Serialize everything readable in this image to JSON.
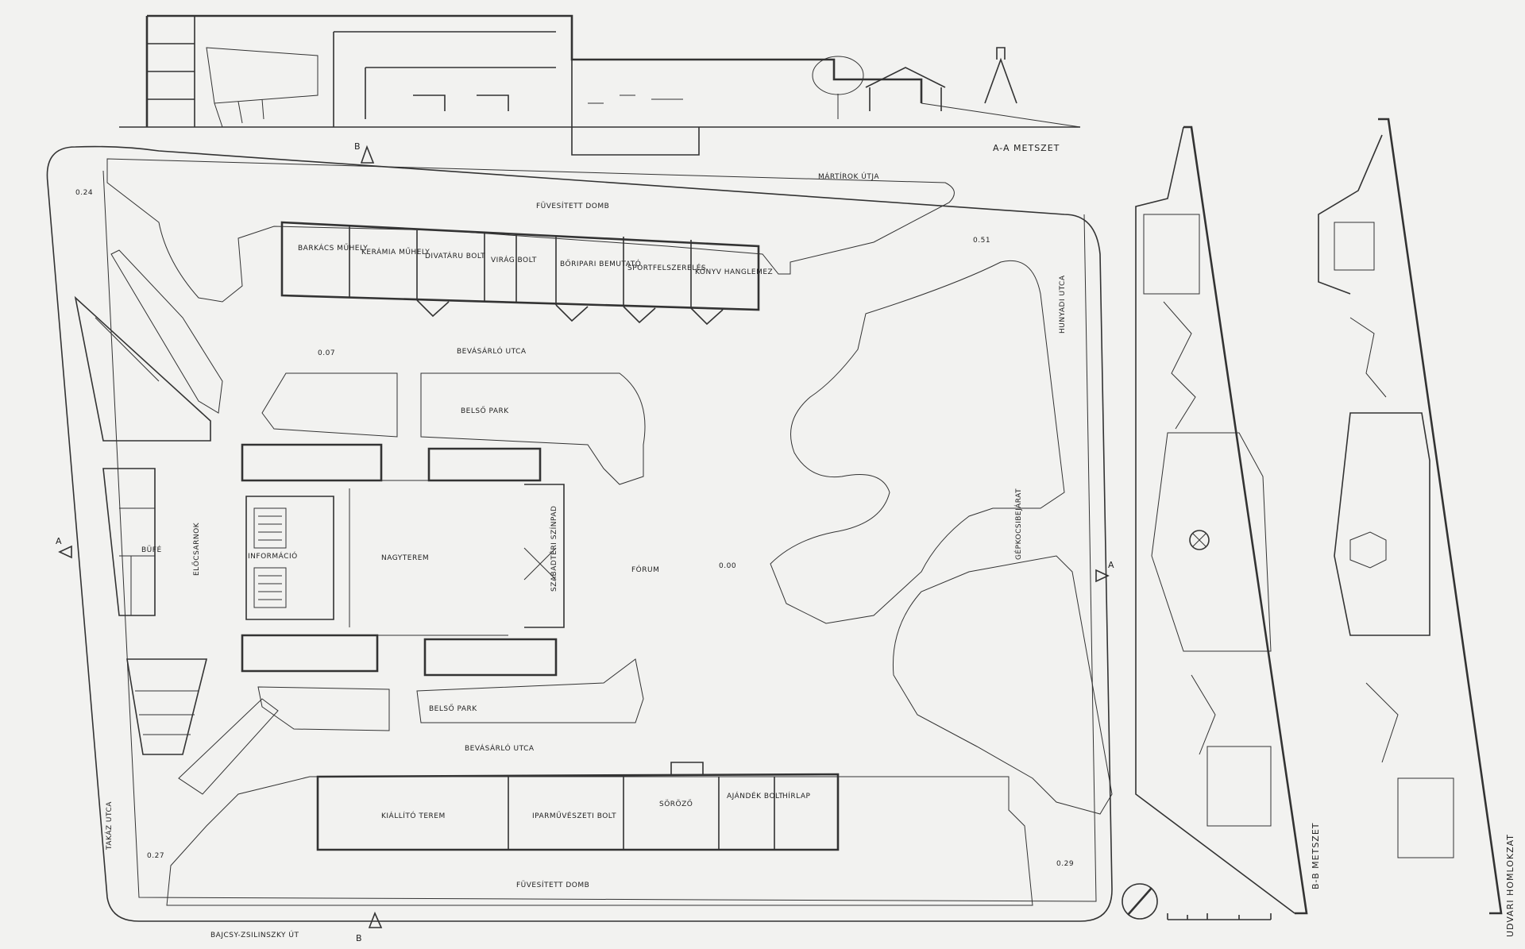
{
  "title_section_aa": "A-A METSZET",
  "title_section_bb": "B-B METSZET",
  "title_elevation": "UDVARI HOMLOKZAT",
  "streets": {
    "north": "MÁRTÍROK ÚTJA",
    "south": "BAJCSY-ZSILINSZKY ÚT",
    "west": "TAKÁZ UTCA",
    "east": "HUNYADI UTCA",
    "inner_north": "BEVÁSÁRLÓ UTCA",
    "inner_south": "BEVÁSÁRLÓ UTCA"
  },
  "mounds": {
    "north": "FÜVESÍTETT DOMB",
    "south": "FÜVESÍTETT DOMB"
  },
  "shops_north": [
    {
      "label": "BARKÁCS MŰHELY"
    },
    {
      "label": "KERÁMIA MŰHELY"
    },
    {
      "label": "DIVATÁRU BOLT"
    },
    {
      "label": "VIRÁG BOLT"
    },
    {
      "label": "BŐRIPARI BEMUTATÓ"
    },
    {
      "label": "SPORTFELSZERELÉS"
    },
    {
      "label": "KÖNYV HANGLEMEZ"
    }
  ],
  "shops_south": [
    {
      "label": "KIÁLLÍTÓ TEREM"
    },
    {
      "label": "IPARMŰVÉSZETI BOLT"
    },
    {
      "label": "SÖRÖZŐ"
    },
    {
      "label": "AJÁNDÉK BOLT"
    },
    {
      "label": "HÍRLAP"
    }
  ],
  "center": {
    "main_hall": "NAGYTEREM",
    "info": "INFORMÁCIÓ",
    "buffet": "BÜFÉ",
    "lobby": "ELŐCSARNOK",
    "forum": "FÓRUM",
    "stage": "SZABADTÉRI SZÍNPAD",
    "inner_park_n": "BELSŐ PARK",
    "inner_park_s": "BELSŐ PARK",
    "car_entrance": "GÉPKOCSIBEJÁRAT"
  },
  "section_markers": {
    "a": "A",
    "b": "B"
  },
  "levels": [
    "0.24",
    "0.51",
    "0.27",
    "0.29",
    "0.07",
    "0.00"
  ],
  "colors": {
    "ink": "#333333",
    "paper": "#f2f2f0",
    "dot": "#555555"
  }
}
